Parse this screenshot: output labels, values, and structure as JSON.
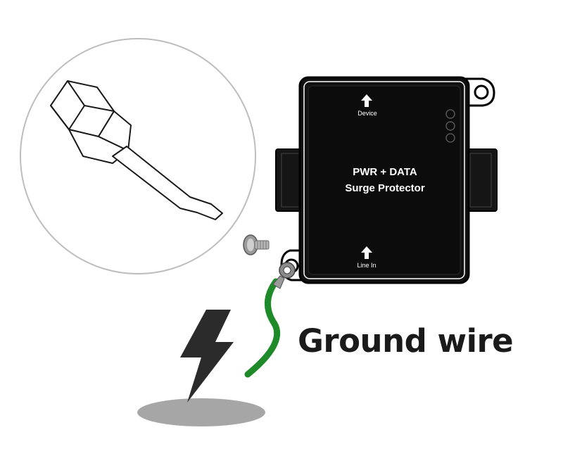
{
  "device": {
    "title_line1": "PWR + DATA",
    "title_line2": "Surge Protector",
    "port_top_label": "Device",
    "port_bottom_label": "Line In",
    "body_color": "#111111"
  },
  "ground": {
    "label": "Ground wire",
    "wire_color": "#1f8a2a",
    "bolt_color": "#2b2b2b",
    "shadow_color": "#a6a6a6"
  },
  "icons": [
    "screwdriver-icon",
    "screw-icon",
    "lightning-bolt-icon",
    "arrow-up-icon"
  ]
}
